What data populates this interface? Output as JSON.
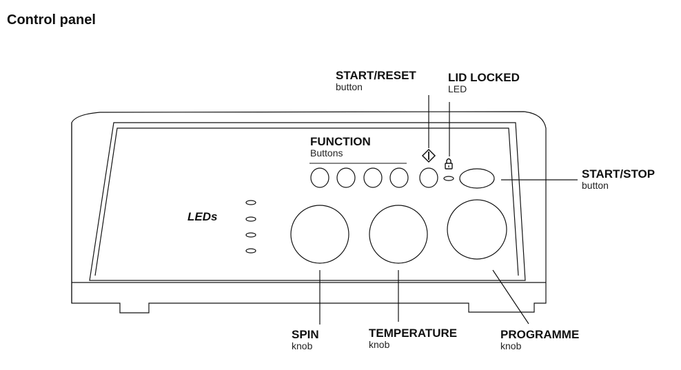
{
  "title": "Control panel",
  "labels": {
    "start_reset": {
      "title": "START/RESET",
      "sub": "button"
    },
    "lid_locked": {
      "title": "LID LOCKED",
      "sub": "LED"
    },
    "function": {
      "title": "FUNCTION",
      "sub": "Buttons"
    },
    "start_stop": {
      "title": "START/STOP",
      "sub": "button"
    },
    "leds": "LEDs",
    "spin": {
      "title": "SPIN",
      "sub": "knob"
    },
    "temperature": {
      "title": "TEMPERATURE",
      "sub": "knob"
    },
    "programme": {
      "title": "PROGRAMME",
      "sub": "knob"
    }
  },
  "icons": {
    "start_reset": "start-reset-diamond-icon",
    "lid_locked": "padlock-icon"
  },
  "colors": {
    "line": "#111111"
  }
}
